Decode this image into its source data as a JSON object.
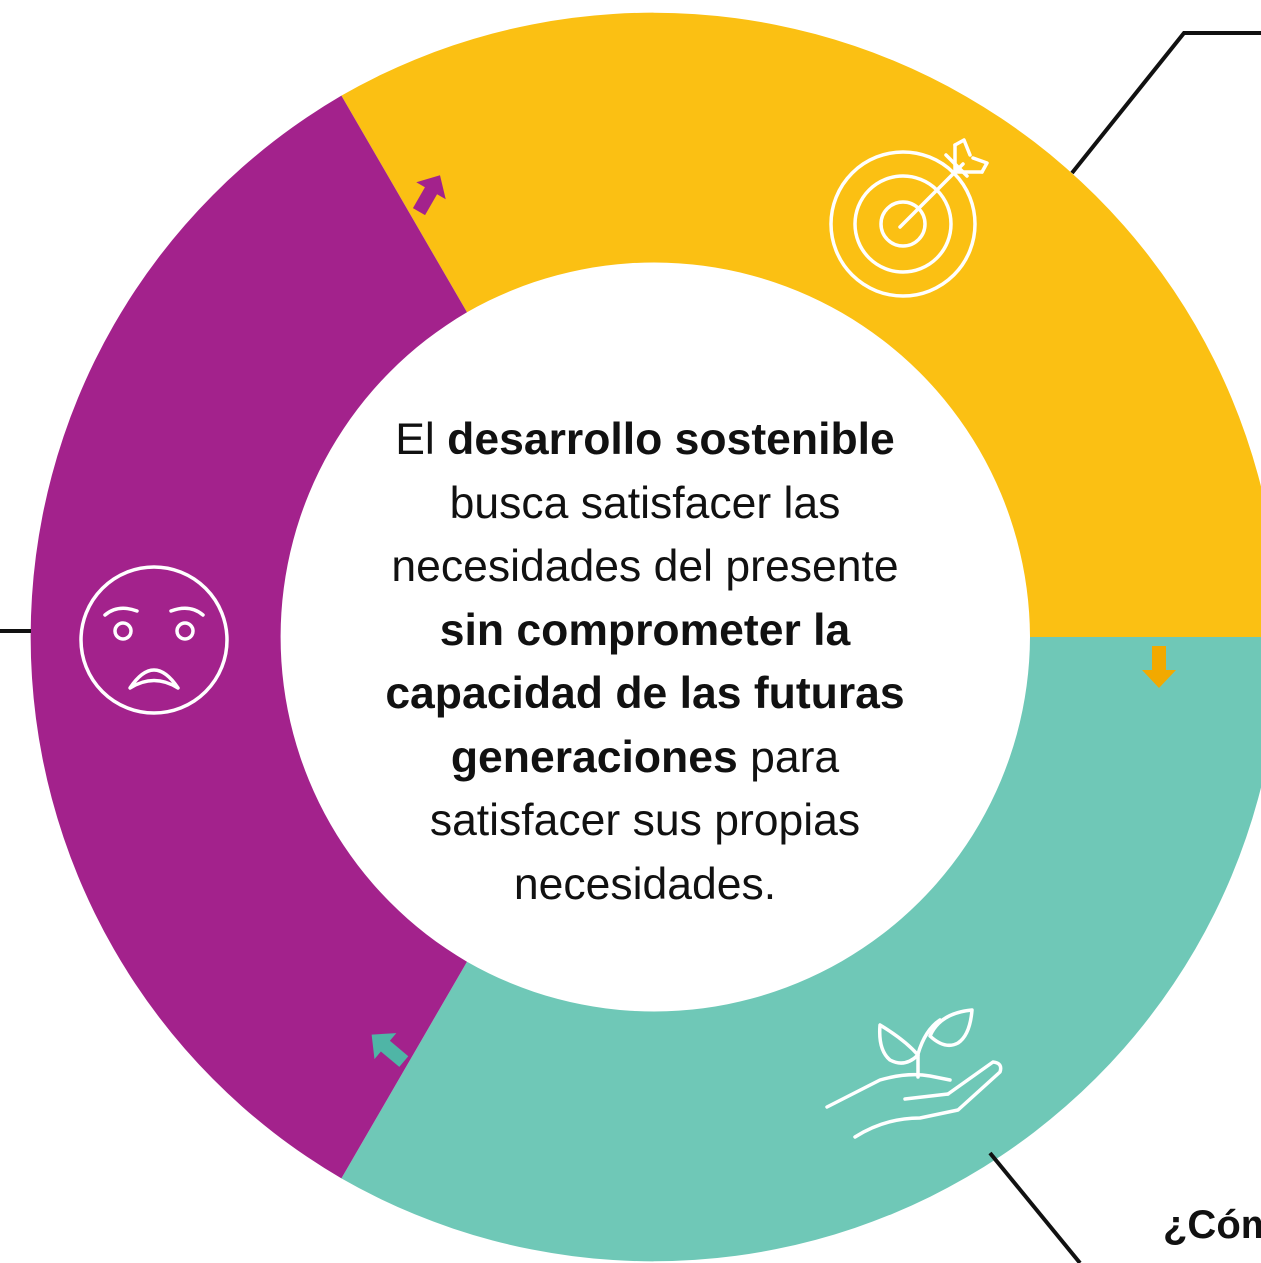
{
  "colors": {
    "yellow_segment": "#FBC013",
    "teal_segment": "#6FC8B7",
    "purple_segment": "#A3228C",
    "yellow_arrow": "#F2A900",
    "teal_arrow": "#4FB5A6",
    "purple_arrow": "#A3228C",
    "connector_line": "#111111",
    "icon_stroke": "#FFFFFF",
    "text": "#111111"
  },
  "segments": [
    {
      "name": "yellow",
      "icon": "target-icon"
    },
    {
      "name": "teal",
      "icon": "plant-in-hand-icon"
    },
    {
      "name": "purple",
      "icon": "sad-face-icon"
    }
  ],
  "center": {
    "line1_a": "El ",
    "line1_b": "desarrollo sostenible",
    "line2": "busca satisfacer las",
    "line3": "necesidades del presente",
    "line4": "sin comprometer la",
    "line5": "capacidad de las futuras",
    "line6_a": "generaciones",
    "line6_b": " para",
    "line7": "satisfacer sus propias",
    "line8": "necesidades."
  },
  "corner_label": "¿Cóm"
}
